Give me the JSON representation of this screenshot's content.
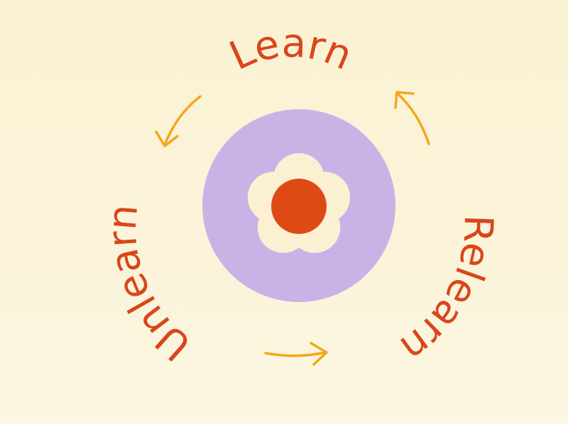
{
  "cycle": {
    "top_word": "Learn",
    "left_word": "Unlearn",
    "right_word": "Relearn"
  },
  "colors": {
    "background": "#fbf3d5",
    "text": "#d9461b",
    "arrow": "#f2a81d",
    "circle": "#c9b3e6",
    "flower": "#fcf0d3",
    "flower_center": "#de4a16"
  },
  "icons": {
    "center": "flower-icon",
    "arrows": "curved-arrow-icon"
  }
}
